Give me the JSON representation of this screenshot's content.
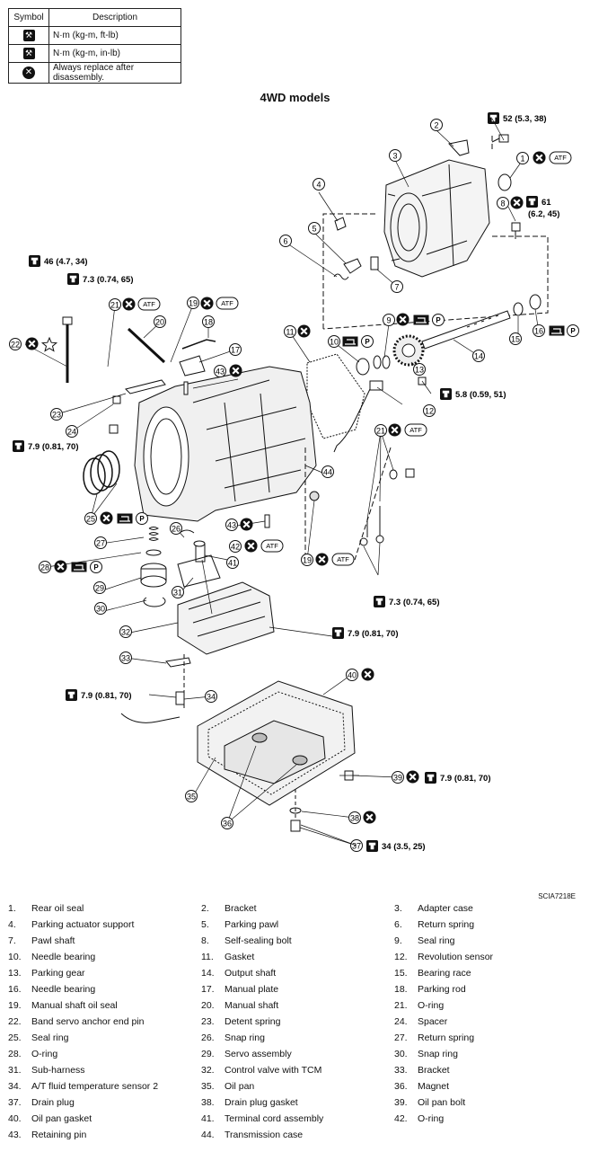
{
  "legend": {
    "header_symbol": "Symbol",
    "header_description": "Description",
    "rows": [
      {
        "icon": "torque-wrench-icon",
        "text": "N·m (kg-m, ft-lb)"
      },
      {
        "icon": "torque-wrench-icon",
        "text": "N·m (kg-m, in-lb)"
      },
      {
        "icon": "replace-x-icon",
        "text": "Always replace after disassembly."
      }
    ]
  },
  "title": "4WD models",
  "figure_code": "SCIA7218E",
  "badges": {
    "atf": "ATF",
    "p": "P"
  },
  "torques": {
    "t52": "52  (5.3,  38)",
    "t61a": "61",
    "t61b": "(6.2,  45)",
    "t46": "46  (4.7,  34)",
    "t73a": "7.3  (0.74,  65)",
    "t58": "5.8  (0.59,  51)",
    "t79a": "7.9  (0.81,  70)",
    "t73b": "7.3  (0.74,  65)",
    "t79b": "7.9  (0.81,  70)",
    "t79c": "7.9  (0.81,  70)",
    "t79d": "7.9  (0.81,  70)",
    "t34": "34  (3.5,  25)"
  },
  "callouts": [
    "1",
    "2",
    "3",
    "4",
    "5",
    "6",
    "7",
    "8",
    "9",
    "10",
    "11",
    "12",
    "13",
    "14",
    "15",
    "16",
    "17",
    "18",
    "19",
    "20",
    "21",
    "22",
    "23",
    "24",
    "25",
    "26",
    "27",
    "28",
    "29",
    "30",
    "31",
    "32",
    "33",
    "34",
    "35",
    "36",
    "37",
    "38",
    "39",
    "40",
    "41",
    "42",
    "43",
    "44"
  ],
  "parts": [
    {
      "num": "1.",
      "name": "Rear oil seal"
    },
    {
      "num": "2.",
      "name": "Bracket"
    },
    {
      "num": "3.",
      "name": "Adapter case"
    },
    {
      "num": "4.",
      "name": "Parking actuator support"
    },
    {
      "num": "5.",
      "name": "Parking pawl"
    },
    {
      "num": "6.",
      "name": "Return spring"
    },
    {
      "num": "7.",
      "name": "Pawl shaft"
    },
    {
      "num": "8.",
      "name": "Self-sealing bolt"
    },
    {
      "num": "9.",
      "name": "Seal ring"
    },
    {
      "num": "10.",
      "name": "Needle bearing"
    },
    {
      "num": "11.",
      "name": "Gasket"
    },
    {
      "num": "12.",
      "name": "Revolution sensor"
    },
    {
      "num": "13.",
      "name": "Parking gear"
    },
    {
      "num": "14.",
      "name": "Output shaft"
    },
    {
      "num": "15.",
      "name": "Bearing race"
    },
    {
      "num": "16.",
      "name": "Needle bearing"
    },
    {
      "num": "17.",
      "name": "Manual plate"
    },
    {
      "num": "18.",
      "name": "Parking rod"
    },
    {
      "num": "19.",
      "name": "Manual shaft oil seal"
    },
    {
      "num": "20.",
      "name": "Manual shaft"
    },
    {
      "num": "21.",
      "name": "O-ring"
    },
    {
      "num": "22.",
      "name": "Band servo anchor end pin"
    },
    {
      "num": "23.",
      "name": "Detent spring"
    },
    {
      "num": "24.",
      "name": "Spacer"
    },
    {
      "num": "25.",
      "name": "Seal ring"
    },
    {
      "num": "26.",
      "name": "Snap ring"
    },
    {
      "num": "27.",
      "name": "Return spring"
    },
    {
      "num": "28.",
      "name": "O-ring"
    },
    {
      "num": "29.",
      "name": "Servo assembly"
    },
    {
      "num": "30.",
      "name": "Snap ring"
    },
    {
      "num": "31.",
      "name": "Sub-harness"
    },
    {
      "num": "32.",
      "name": "Control valve with TCM"
    },
    {
      "num": "33.",
      "name": "Bracket"
    },
    {
      "num": "34.",
      "name": "A/T fluid temperature sensor 2"
    },
    {
      "num": "35.",
      "name": "Oil pan"
    },
    {
      "num": "36.",
      "name": "Magnet"
    },
    {
      "num": "37.",
      "name": "Drain plug"
    },
    {
      "num": "38.",
      "name": "Drain plug gasket"
    },
    {
      "num": "39.",
      "name": "Oil pan bolt"
    },
    {
      "num": "40.",
      "name": "Oil pan gasket"
    },
    {
      "num": "41.",
      "name": "Terminal cord assembly"
    },
    {
      "num": "42.",
      "name": "O-ring"
    },
    {
      "num": "43.",
      "name": "Retaining pin"
    },
    {
      "num": "44.",
      "name": "Transmission case"
    }
  ]
}
